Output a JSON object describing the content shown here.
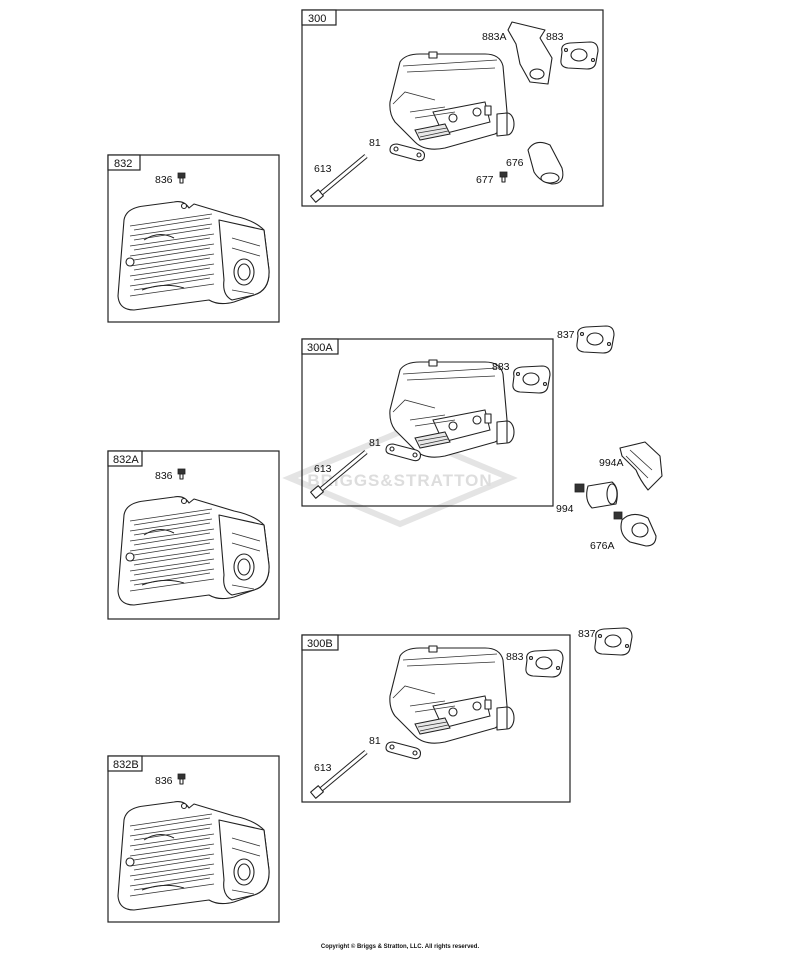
{
  "panels": {
    "p300": {
      "tag": "300",
      "labels": {
        "a": "883A",
        "b": "883",
        "c": "81",
        "d": "613",
        "e": "676",
        "f": "677"
      }
    },
    "p300A": {
      "tag": "300A",
      "labels": {
        "b": "883",
        "c": "81",
        "d": "613"
      }
    },
    "p300B": {
      "tag": "300B",
      "labels": {
        "b": "883",
        "c": "81",
        "d": "613"
      }
    },
    "p832": {
      "tag": "832",
      "labels": {
        "s": "836"
      }
    },
    "p832A": {
      "tag": "832A",
      "labels": {
        "s": "836"
      }
    },
    "p832B": {
      "tag": "832B",
      "labels": {
        "s": "836"
      }
    }
  },
  "loose": {
    "g1": "837",
    "g2": "837",
    "x1": "994A",
    "x2": "994",
    "x3": "676A"
  },
  "watermark": "BRIGGS&STRATTON",
  "copyright": "Copyright © Briggs & Stratton, LLC. All rights reserved."
}
